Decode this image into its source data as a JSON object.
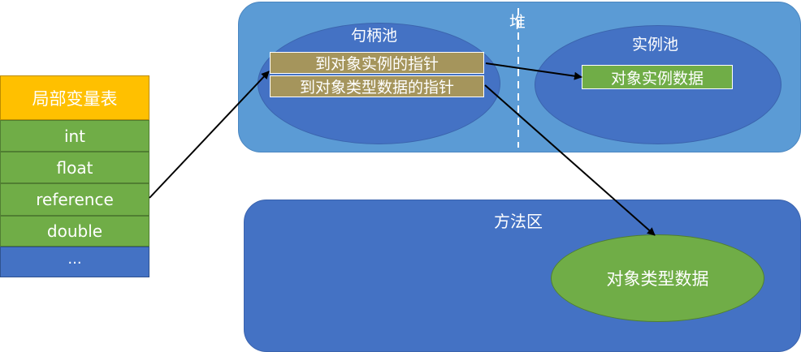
{
  "local_variable_table": {
    "title": "局部变量表",
    "rows": [
      "int",
      "float",
      "reference",
      "double",
      "..."
    ]
  },
  "heap": {
    "label": "堆",
    "handle_pool": {
      "label": "句柄池",
      "pointer_instance": "到对象实例的指针",
      "pointer_type": "到对象类型数据的指针"
    },
    "instance_pool": {
      "label": "实例池",
      "instance_data": "对象实例数据"
    }
  },
  "method_area": {
    "label": "方法区",
    "type_data": "对象类型数据"
  },
  "colors": {
    "header_yellow": "#ffc000",
    "cell_green": "#70ad47",
    "cell_blue": "#4472c4",
    "heap_blue": "#5b9bd5",
    "pointer_olive": "#a5955c"
  }
}
